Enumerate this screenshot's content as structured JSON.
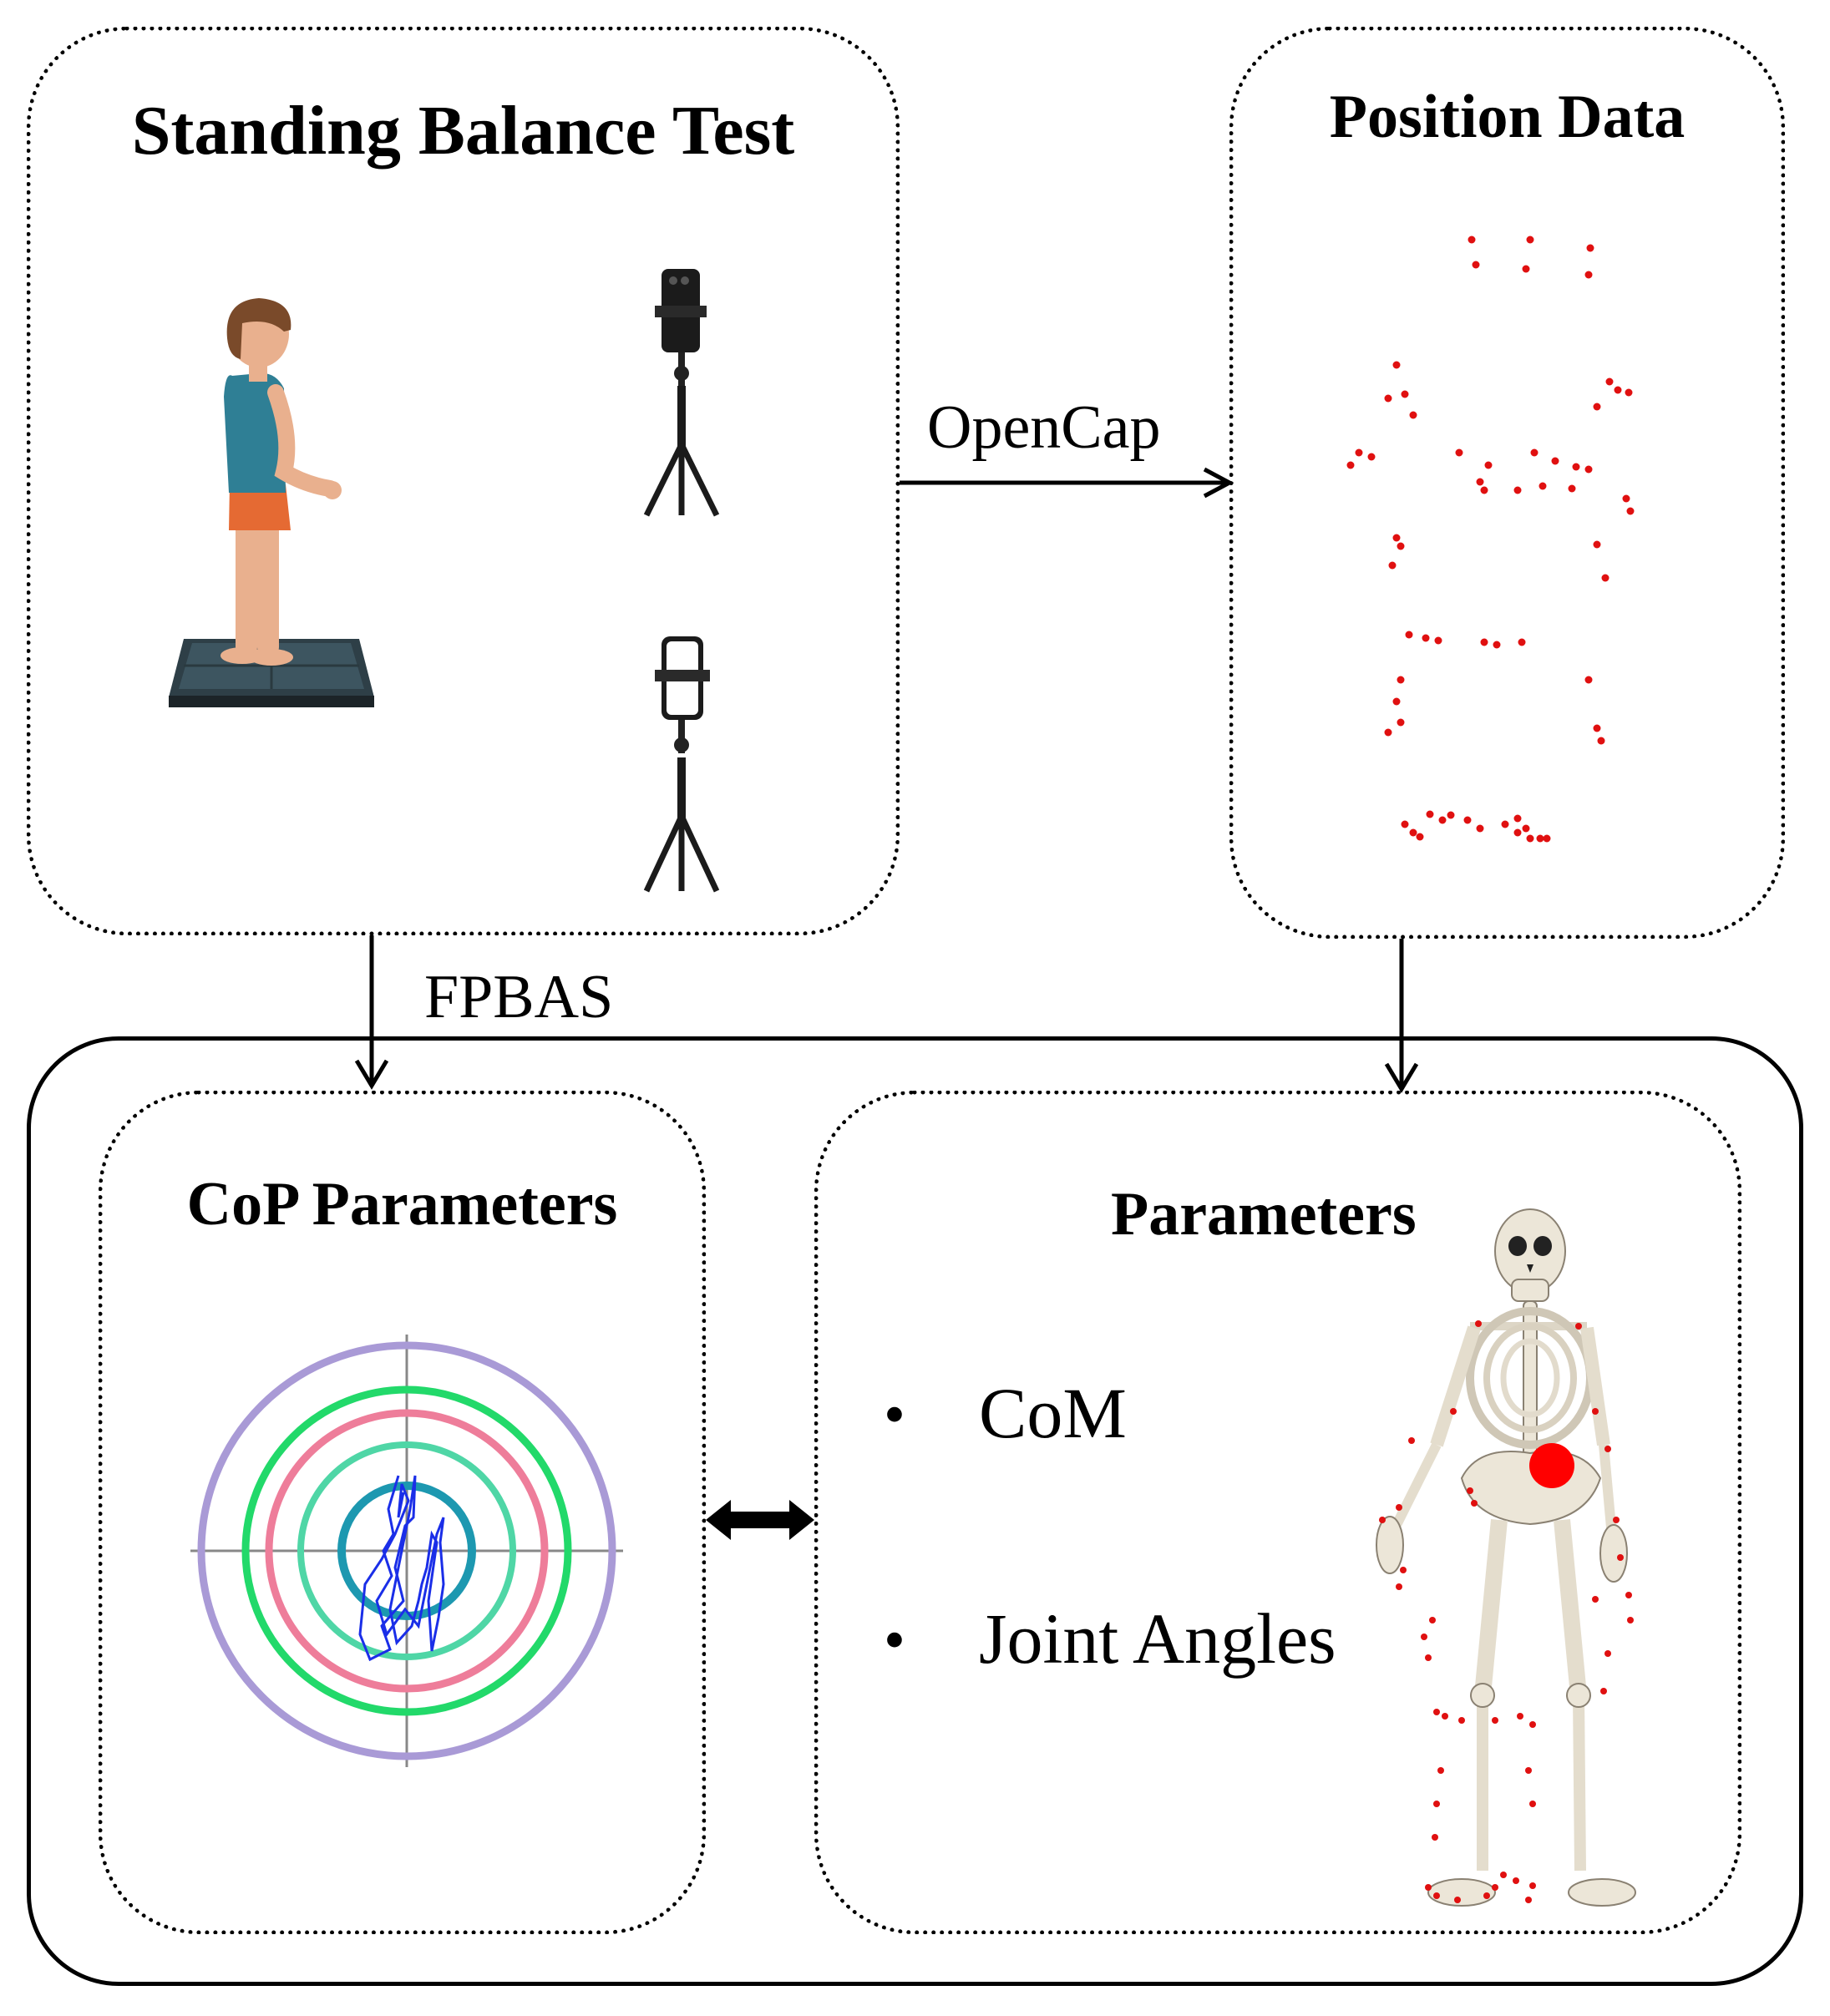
{
  "standing_balance": {
    "title": "Standing Balance Test"
  },
  "position_data": {
    "title": "Position Data"
  },
  "flow": {
    "opencap_label": "OpenCap",
    "fpbas_label": "FPBAS"
  },
  "cop": {
    "title": "CoP Parameters"
  },
  "params": {
    "title": "Parameters",
    "bullet_char": "•",
    "items": [
      "CoM",
      "Joint Angles"
    ]
  },
  "colors": {
    "marker": "#e01010",
    "com_marker": "#ff0000",
    "cop_trace": "#1a2ee8",
    "ring_outer": "#a99ad6",
    "ring_green": "#22d96a",
    "ring_pink": "#ee7d9a",
    "ring_teal": "#4fd6a6",
    "ring_inner": "#1d98b0",
    "shirt": "#2f7f95",
    "shorts": "#e56a33",
    "skin": "#e9b08e",
    "hair": "#7a4a2a",
    "platform": "#3d5560",
    "bone": "#ece6d8"
  },
  "icons": [
    "child-figure-icon",
    "force-plate-icon",
    "phone-tripod-icon",
    "skeleton-icon"
  ]
}
